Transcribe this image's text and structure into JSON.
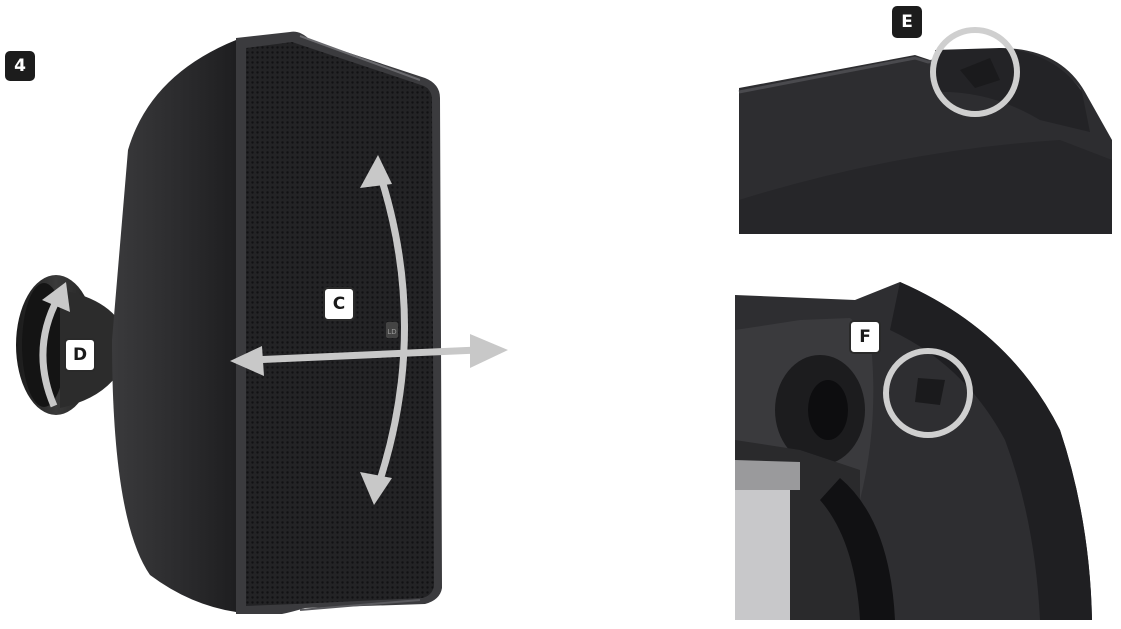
{
  "step": {
    "number": "4"
  },
  "callouts": {
    "c": "C",
    "d": "D",
    "e": "E",
    "f": "F"
  },
  "speaker": {
    "grille_logo": "LD"
  },
  "colors": {
    "speaker_body": "#2b2b2d",
    "grille": "#1f1f21",
    "arrow": "#c8c8c8",
    "circle_highlight": "#cfcfcf",
    "tag_dark": "#1c1c1c"
  }
}
